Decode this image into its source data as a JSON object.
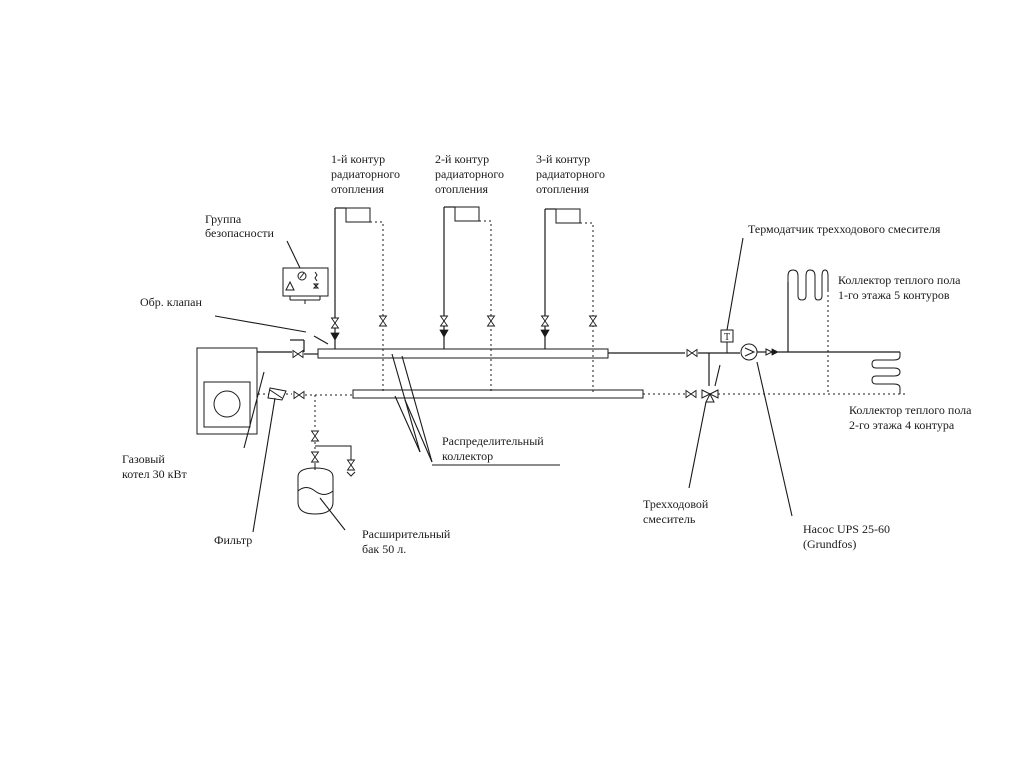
{
  "labels": {
    "circuit_1": [
      "1-й контур",
      "радиаторного",
      "отопления"
    ],
    "circuit_2": [
      "2-й контур",
      "радиаторного",
      "отопления"
    ],
    "circuit_3": [
      "3-й контур",
      "радиаторного",
      "отопления"
    ],
    "safety_group": [
      "Группа",
      "безопасности"
    ],
    "check_valve": [
      "Обр. клапан"
    ],
    "boiler": [
      "Газовый",
      "котел 30 кВт"
    ],
    "filter": [
      "Фильтр"
    ],
    "expansion_tank": [
      "Расширительный",
      "бак 50 л."
    ],
    "manifold": [
      "Распределительный",
      "коллектор"
    ],
    "sensor": [
      "Термодатчик трехходового смесителя"
    ],
    "floor_1": [
      "Коллектор теплого пола",
      "1-го этажа 5 контуров"
    ],
    "floor_2": [
      "Коллектор теплого пола",
      "2-го этажа 4 контура"
    ],
    "mixer": [
      "Трехходовой",
      "смеситель"
    ],
    "pump": [
      "Насос  UPS 25-60",
      "(Grundfos)"
    ]
  },
  "components": {
    "sensor_symbol": "T"
  }
}
